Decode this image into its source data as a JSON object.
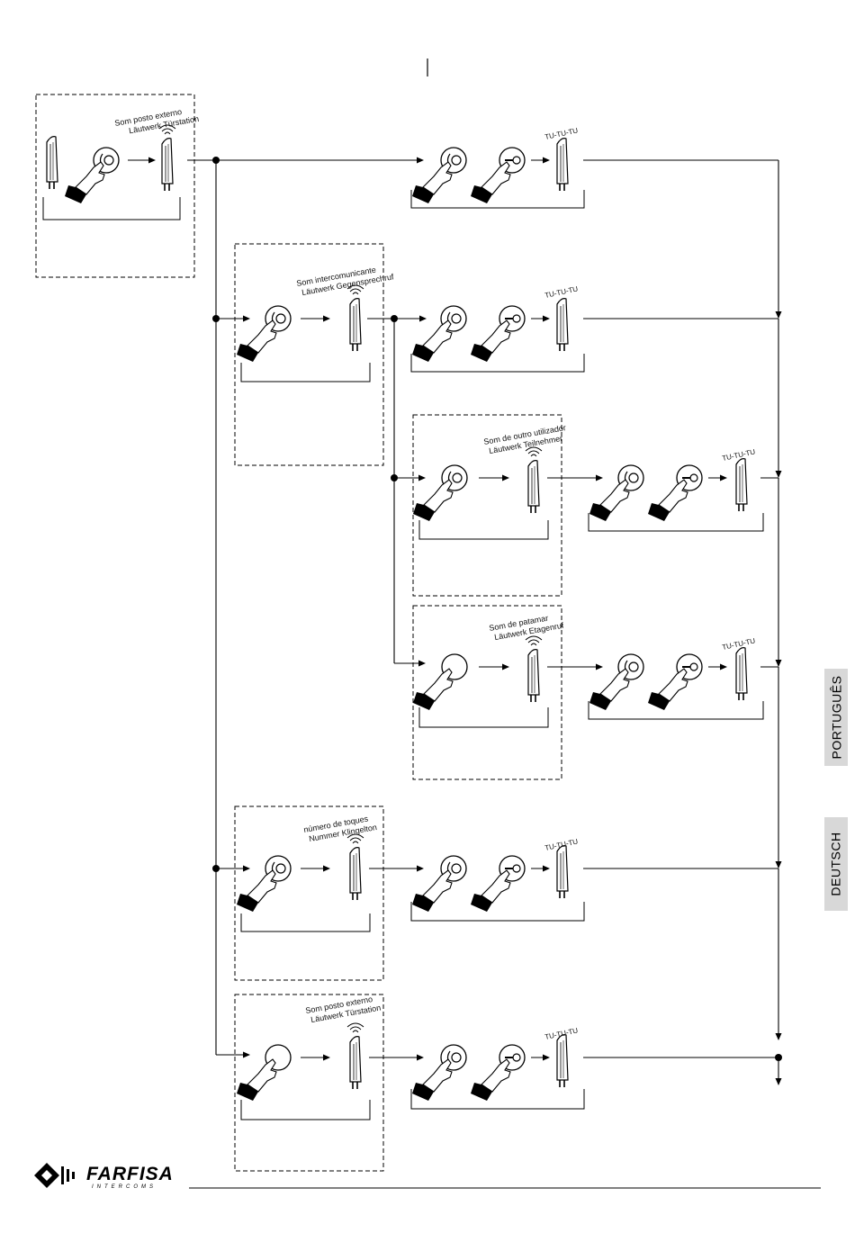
{
  "tabs": {
    "portugues": "PORTUGUÊS",
    "deutsch": "DEUTSCH"
  },
  "brand": {
    "name": "FARFISA",
    "sub": "INTERCOMS"
  },
  "labels": {
    "b1": [
      "Som posto externo",
      "Läutwerk Türstation"
    ],
    "b2": [
      "Som intercomunicante",
      "Läutwerk Gegensprechruf"
    ],
    "b3": [
      "Som de outro utilizador",
      "Läutwerk Teilnehmer"
    ],
    "b4": [
      "Som de patamar",
      "Läutwerk Etagenruf"
    ],
    "b5": [
      "número de toques",
      "Nummer Klingelton"
    ],
    "b6": [
      "Som posto externo",
      "Läutwerk Türstation"
    ]
  },
  "tone": "TU-TU-TU"
}
